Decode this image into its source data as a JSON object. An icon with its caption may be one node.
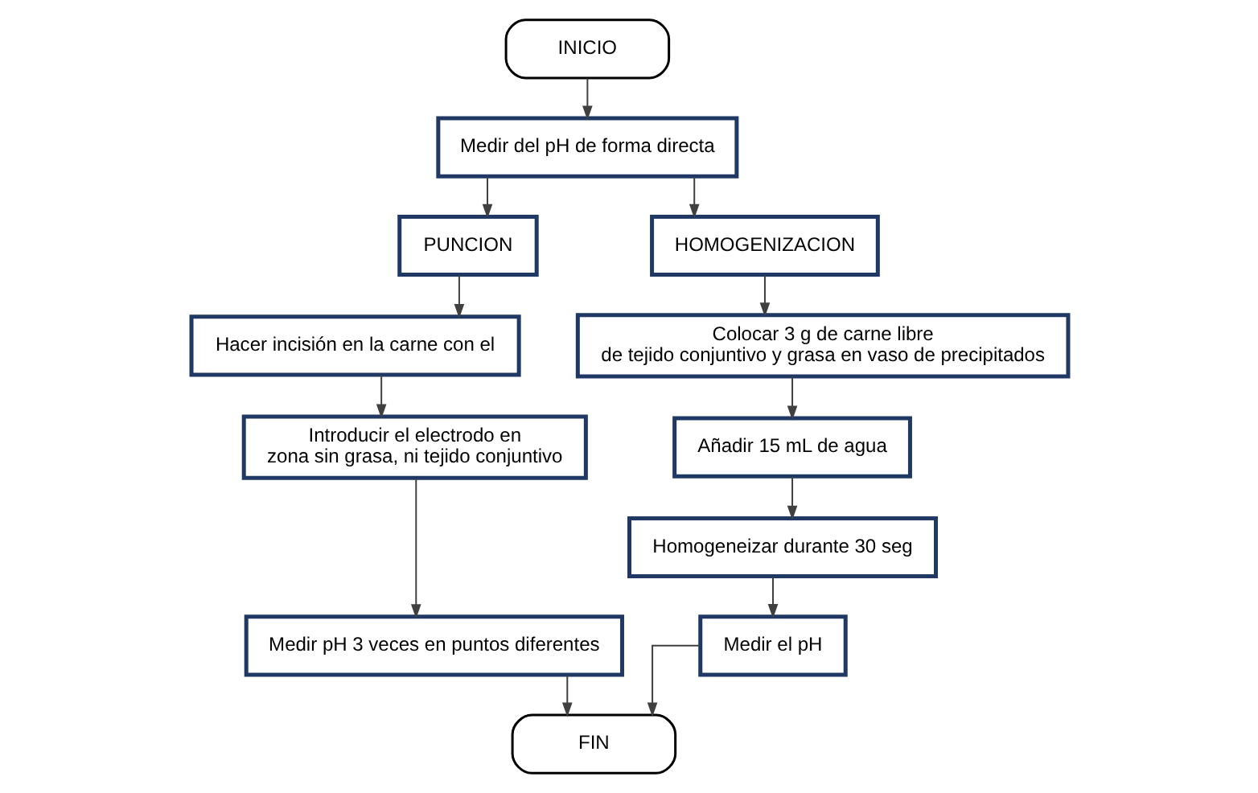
{
  "diagram": {
    "nodes": [
      {
        "text": [
          "INICIO"
        ]
      },
      {
        "text": [
          "Medir del pH de forma directa"
        ]
      },
      {
        "text": [
          "PUNCION"
        ]
      },
      {
        "text": [
          "HOMOGENIZACION"
        ]
      },
      {
        "text": [
          "Hacer incisión en la carne con el"
        ]
      },
      {
        "text": [
          "Introducir el electrodo en zona sin grasa, ni tejido conjuntivo"
        ]
      },
      {
        "text": [
          "Medir pH 3 veces en puntos diferentes"
        ]
      },
      {
        "text": [
          "Colocar 3 g de carne libre de tejido conjuntivo y grasa en vaso de precipitados"
        ]
      },
      {
        "text": [
          "Añadir 15 mL de agua"
        ]
      },
      {
        "text": [
          "Homogeneizar durante 30 seg"
        ]
      },
      {
        "text": [
          "Medir el pH"
        ]
      },
      {
        "text": [
          "FIN"
        ]
      }
    ],
    "edges": [
      {
        "from": 0,
        "to": 1,
        "arrow": "to"
      },
      {
        "from": 1,
        "to": 2,
        "arrow": "to"
      },
      {
        "from": 1,
        "to": 3,
        "arrow": "to"
      },
      {
        "from": 2,
        "to": 4,
        "arrow": "to"
      },
      {
        "from": 4,
        "to": 5,
        "arrow": "to"
      },
      {
        "from": 5,
        "to": 6,
        "arrow": "to"
      },
      {
        "from": 3,
        "to": 7,
        "arrow": "to"
      },
      {
        "from": 7,
        "to": 8,
        "arrow": "to"
      },
      {
        "from": 8,
        "to": 9,
        "arrow": "to"
      },
      {
        "from": 9,
        "to": 10,
        "arrow": "to"
      },
      {
        "from": 6,
        "to": 11,
        "arrow": "to"
      },
      {
        "from": 10,
        "to": 11,
        "arrow": "to"
      }
    ]
  }
}
